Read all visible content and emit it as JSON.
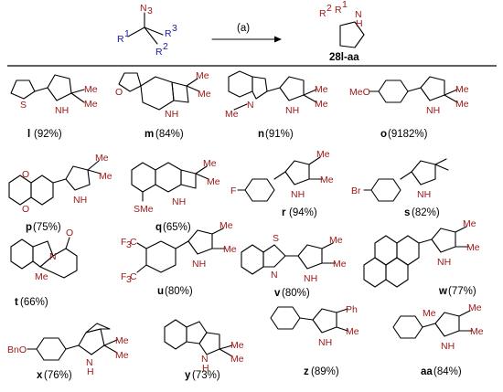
{
  "scheme": {
    "condition": "(a)",
    "product_label": "28l-aa",
    "reactant_atoms": {
      "n3": "N",
      "n3_sub": "3",
      "r1": "R",
      "r1_sup": "1",
      "r2": "R",
      "r2_sup": "2",
      "r3": "R",
      "r3_sup": "3"
    },
    "product_atoms": {
      "r1": "R",
      "r1_sup": "1",
      "r2": "R",
      "r2_sup": "2",
      "nh": "N",
      "h": "H"
    }
  },
  "compounds": [
    {
      "id": "l",
      "yield": " (92%)"
    },
    {
      "id": "m",
      "yield": " (84%)"
    },
    {
      "id": "n",
      "yield": " (91%)"
    },
    {
      "id": "o",
      "yield": " (9182%)"
    },
    {
      "id": "p",
      "yield": " (75%)"
    },
    {
      "id": "q",
      "yield": " (65%)"
    },
    {
      "id": "r",
      "yield": " (94%)"
    },
    {
      "id": "s",
      "yield": " (82%)"
    },
    {
      "id": "t",
      "yield": " (66%)"
    },
    {
      "id": "u",
      "yield": " (80%)"
    },
    {
      "id": "v",
      "yield": " (80%)"
    },
    {
      "id": "w",
      "yield": " (77%)"
    },
    {
      "id": "x",
      "yield": " (76%)"
    },
    {
      "id": "y",
      "yield": " (73%)"
    },
    {
      "id": "z",
      "yield": " (89%)"
    },
    {
      "id": "aa",
      "yield": " (84%)"
    }
  ],
  "atoms": {
    "me": "Me",
    "nh": "NH",
    "n": "N",
    "h": "H",
    "s": "S",
    "o": "O",
    "meo": "MeO",
    "f": "F",
    "br": "Br",
    "bno": "BnO",
    "ph": "Ph",
    "sme": "SMe",
    "f3c": "F",
    "c3": "3",
    "c": "C"
  },
  "colors": {
    "heteroatom": "#a01818",
    "r_group": "#1a1aa8",
    "text": "#000000"
  }
}
